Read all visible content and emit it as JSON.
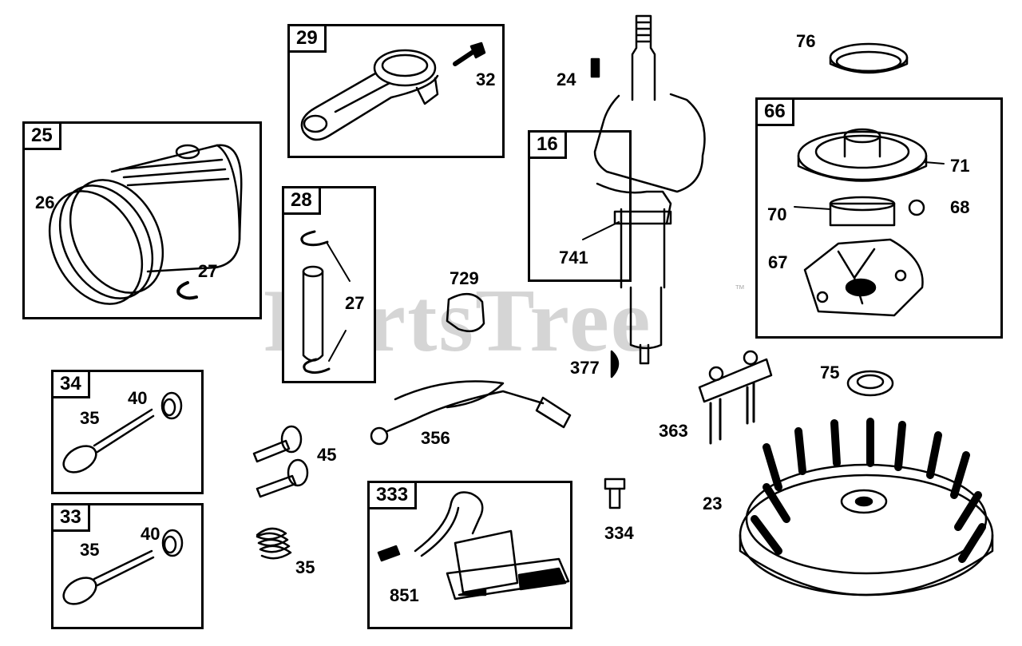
{
  "watermark": {
    "text": "PartsTree",
    "tm": "™"
  },
  "groups": {
    "g25": "25",
    "g29": "29",
    "g28": "28",
    "g16": "16",
    "g66": "66",
    "g34": "34",
    "g33": "33",
    "g333": "333"
  },
  "callouts": {
    "c26": "26",
    "c27a": "27",
    "c32": "32",
    "c27b": "27",
    "c24": "24",
    "c741": "741",
    "c76": "76",
    "c71": "71",
    "c70": "70",
    "c68": "68",
    "c67": "67",
    "c729": "729",
    "c377": "377",
    "c75": "75",
    "c363": "363",
    "c40a": "40",
    "c35a": "35",
    "c40b": "40",
    "c35b": "35",
    "c45": "45",
    "c35c": "35",
    "c356": "356",
    "c334": "334",
    "c23": "23",
    "c851": "851"
  }
}
